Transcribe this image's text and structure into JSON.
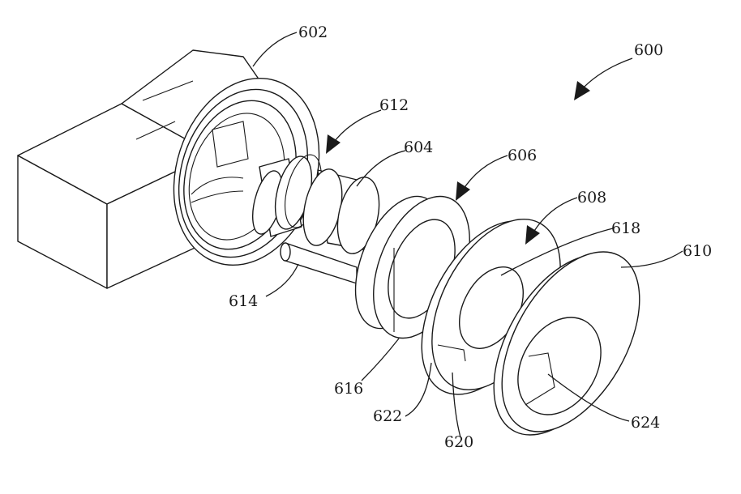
{
  "labels": {
    "r600": "600",
    "r602": "602",
    "r604": "604",
    "r606": "606",
    "r608": "608",
    "r610": "610",
    "r612": "612",
    "r614": "614",
    "r616": "616",
    "r618": "618",
    "r620": "620",
    "r622": "622",
    "r624": "624"
  }
}
